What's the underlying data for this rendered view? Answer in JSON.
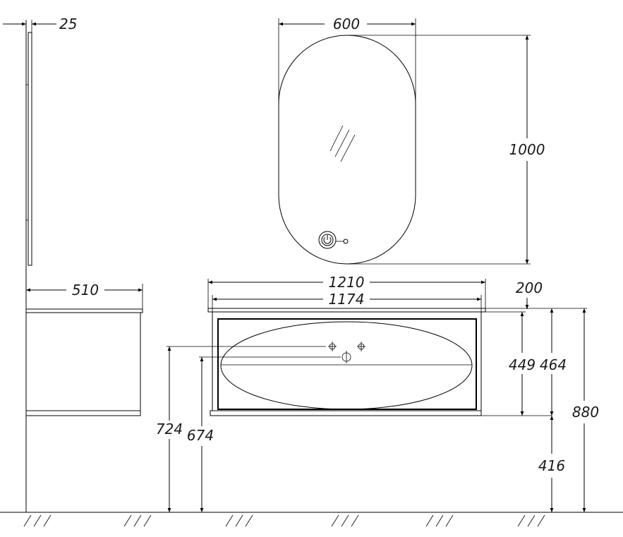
{
  "dimensions": {
    "mirror_depth": "25",
    "mirror_width": "600",
    "mirror_height": "1000",
    "mirror_gap": "200",
    "cabinet_depth": "510",
    "top_width": "1210",
    "cabinet_width": "1174",
    "drawer_height": "449",
    "cabinet_height": "464",
    "total_height": "880",
    "floor_to_cabinet": "416",
    "tap_height_high": "724",
    "tap_height_low": "674"
  },
  "colors": {
    "line": "#000000",
    "text": "#1a1a1a",
    "background": "#ffffff"
  },
  "icons": {
    "mirror_switch": "power-touch-switch-icon",
    "glass_marks": "mirror-glass-hatch-icon"
  }
}
